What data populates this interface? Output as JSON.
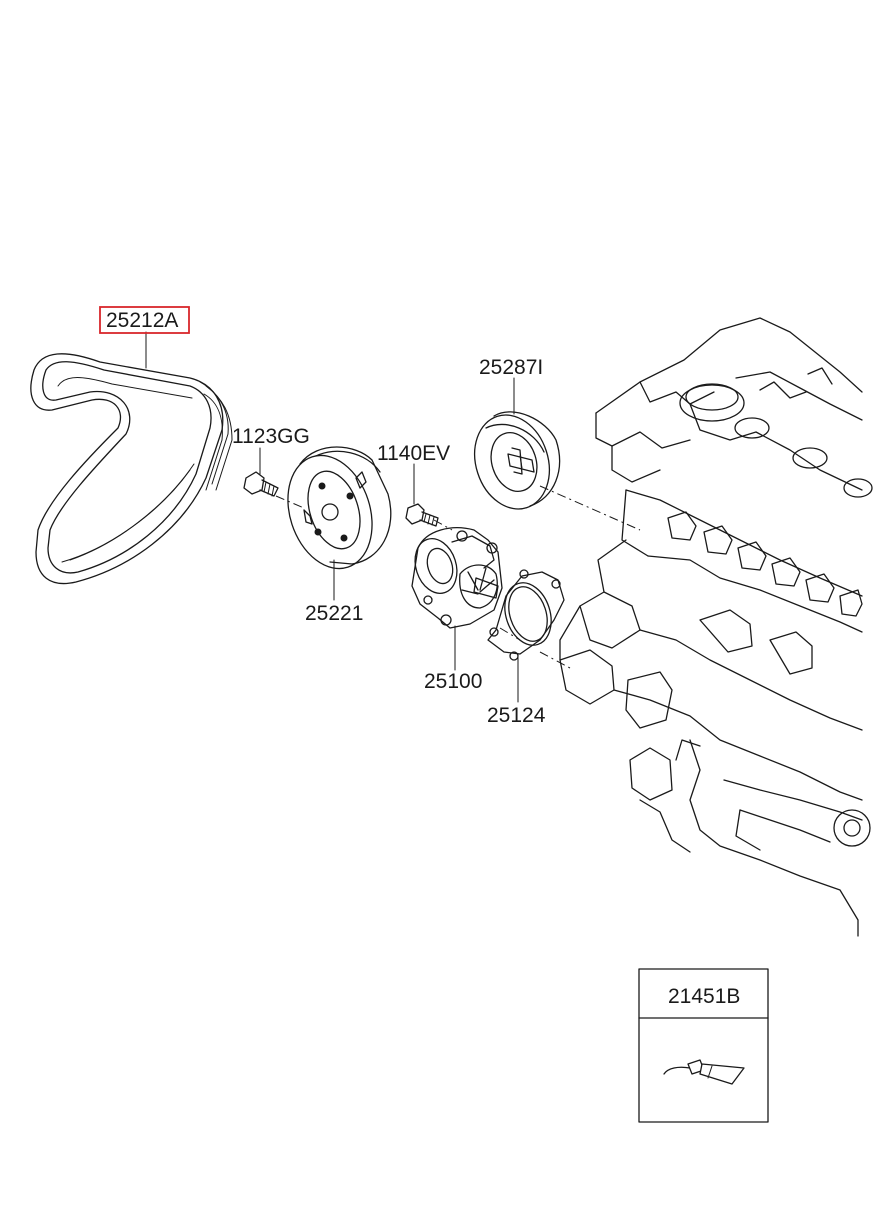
{
  "parts": [
    {
      "id": "belt",
      "label": "25212A",
      "highlighted": true
    },
    {
      "id": "pulley-bolt",
      "label": "1123GG"
    },
    {
      "id": "pump-bolt",
      "label": "1140EV"
    },
    {
      "id": "idler-pulley",
      "label": "25287I"
    },
    {
      "id": "water-pump-pulley",
      "label": "25221"
    },
    {
      "id": "water-pump",
      "label": "25100"
    },
    {
      "id": "gasket",
      "label": "25124"
    },
    {
      "id": "sealant",
      "label": "21451B"
    }
  ],
  "colors": {
    "line": "#1a1a1a",
    "highlight": "#d9262b",
    "background": "#ffffff"
  }
}
